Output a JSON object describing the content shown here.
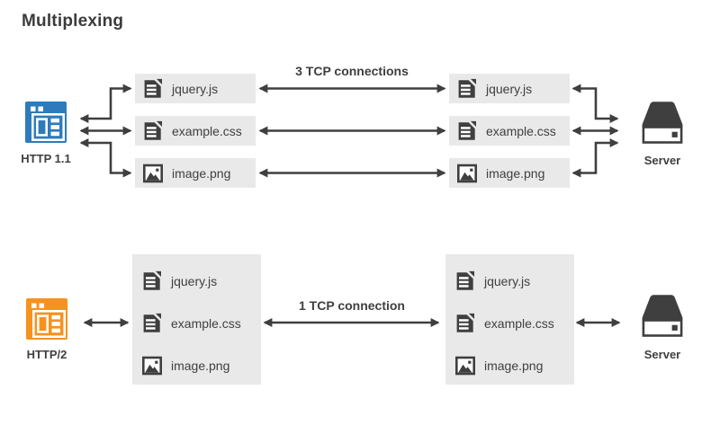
{
  "title": "Multiplexing",
  "colors": {
    "http11_accent": "#2e7bbc",
    "http2_accent": "#f6921e",
    "dark": "#3f3f3f",
    "panel_bg": "#e9e9e9"
  },
  "http11_flow": {
    "client": {
      "label": "HTTP 1.1",
      "icon": "browser-window-icon"
    },
    "server": {
      "label": "Server",
      "icon": "server-icon"
    },
    "connection_label": "3 TCP connections",
    "connection_count": 3,
    "files": [
      {
        "name": "jquery.js",
        "icon": "document-icon"
      },
      {
        "name": "example.css",
        "icon": "document-icon"
      },
      {
        "name": "image.png",
        "icon": "image-icon"
      }
    ]
  },
  "http2_flow": {
    "client": {
      "label": "HTTP/2",
      "icon": "browser-window-icon"
    },
    "server": {
      "label": "Server",
      "icon": "server-icon"
    },
    "connection_label": "1 TCP connection",
    "connection_count": 1,
    "files": [
      {
        "name": "jquery.js",
        "icon": "document-icon"
      },
      {
        "name": "example.css",
        "icon": "document-icon"
      },
      {
        "name": "image.png",
        "icon": "image-icon"
      }
    ]
  }
}
